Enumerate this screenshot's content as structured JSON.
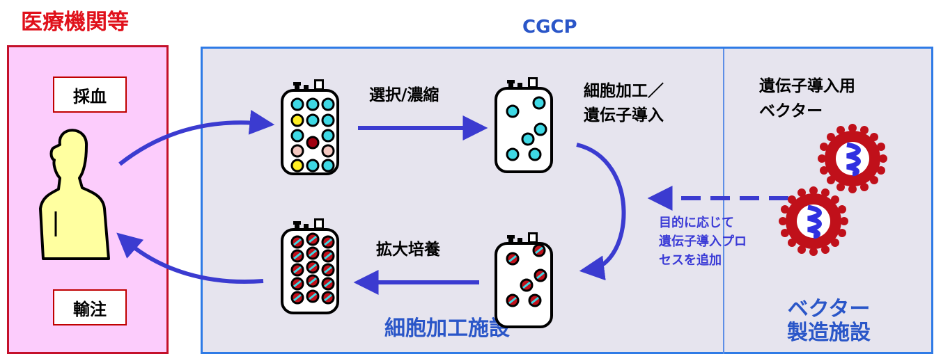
{
  "headings": {
    "medical": "医療機関等",
    "cgcp": "CGCP"
  },
  "medical": {
    "blood_draw": "採血",
    "infusion": "輸注"
  },
  "steps": {
    "selection": "選択/濃縮",
    "processing_line1": "細胞加工／",
    "processing_line2": "遺伝子導入",
    "expansion": "拡大培養",
    "vector_line1": "遺伝子導入用",
    "vector_line2": "ベクター",
    "note_line1": "目的に応じて",
    "note_line2": "遺伝子導入プロ",
    "note_line3": "セスを追加"
  },
  "facilities": {
    "cell_processing": "細胞加工施設",
    "vector_line1": "ベクター",
    "vector_line2": "製造施設"
  },
  "colors": {
    "medical_bg": "#fcccfc",
    "medical_border": "#c4102a",
    "cgcp_bg": "#e6e4ee",
    "cgcp_border": "#2f7be6",
    "arrow": "#3b3bd0",
    "cell_cyan": "#3ed8e4",
    "cell_yellow": "#ffee22",
    "cell_pink": "#f4c8c0",
    "cell_darkred": "#a00010",
    "vector_red": "#c0101a",
    "vector_blue": "#3030e0"
  },
  "icons": [
    "person-icon",
    "culture-bag-icon",
    "vector-virus-icon"
  ]
}
